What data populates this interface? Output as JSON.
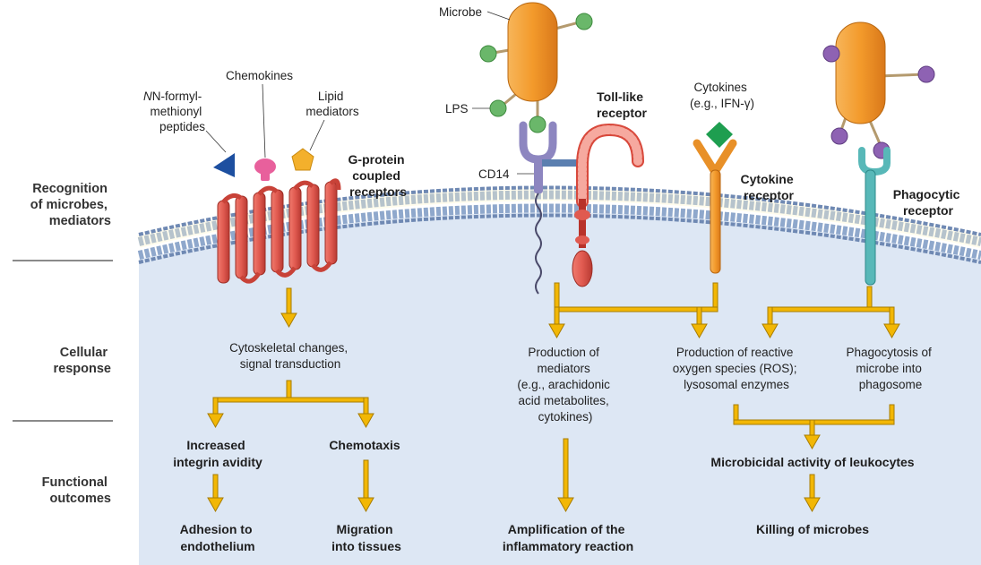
{
  "colors": {
    "cell": "#dde7f4",
    "membrane_head": "#8fa8cc",
    "arrow": "#f2b705",
    "arrow_stroke": "#a87c00",
    "gpcr": "#e05a50",
    "microbe": "#f39a2b",
    "tlr": "#ec7263",
    "cytokine_receptor": "#f3a233",
    "phagocytic_receptor": "#58b8b8",
    "cd14": "#8d86c0"
  },
  "sections": {
    "recognition": [
      "Recognition",
      "of microbes,",
      "mediators"
    ],
    "response": [
      "Cellular",
      "response"
    ],
    "outcomes": [
      "Functional",
      "outcomes"
    ]
  },
  "ligands": {
    "formyl": [
      "N-formyl-",
      "methionyl",
      "peptides"
    ],
    "chemokines": "Chemokines",
    "lipid": [
      "Lipid",
      "mediators"
    ]
  },
  "receptors": {
    "gpcr": [
      "G-protein",
      "coupled",
      "receptors"
    ],
    "microbe": "Microbe",
    "lps": "LPS",
    "cd14": "CD14",
    "tlr": [
      "Toll-like",
      "receptor"
    ],
    "cytokines": [
      "Cytokines",
      "(e.g., IFN-γ)"
    ],
    "cytokine_receptor": [
      "Cytokine",
      "receptor"
    ],
    "phagocytic": [
      "Phagocytic",
      "receptor"
    ]
  },
  "responses": {
    "cytoskeletal": [
      "Cytoskeletal changes,",
      "signal transduction"
    ],
    "mediators": [
      "Production of",
      "mediators",
      "(e.g., arachidonic",
      "acid metabolites,",
      "cytokines)"
    ],
    "ros": [
      "Production of reactive",
      "oxygen species (ROS);",
      "lysosomal enzymes"
    ],
    "phagocytosis": [
      "Phagocytosis of",
      "microbe into",
      "phagosome"
    ]
  },
  "outcomes": {
    "integrin": [
      "Increased",
      "integrin avidity"
    ],
    "chemotaxis": "Chemotaxis",
    "microbicidal": "Microbicidal activity of leukocytes",
    "adhesion": [
      "Adhesion to",
      "endothelium"
    ],
    "migration": [
      "Migration",
      "into tissues"
    ],
    "amplification": [
      "Amplification of the",
      "inflammatory reaction"
    ],
    "killing": "Killing of microbes"
  }
}
